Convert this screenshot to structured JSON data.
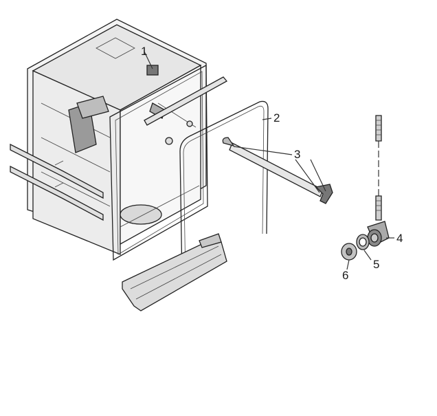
{
  "callouts": [
    {
      "id": "1",
      "label": "1"
    },
    {
      "id": "2",
      "label": "2"
    },
    {
      "id": "3",
      "label": "3"
    },
    {
      "id": "4",
      "label": "4"
    },
    {
      "id": "5",
      "label": "5"
    },
    {
      "id": "6",
      "label": "6"
    }
  ],
  "colors": {
    "line": "#222222",
    "shade": "#d8d8d8",
    "light": "#f2f2f2",
    "background": "#ffffff"
  }
}
